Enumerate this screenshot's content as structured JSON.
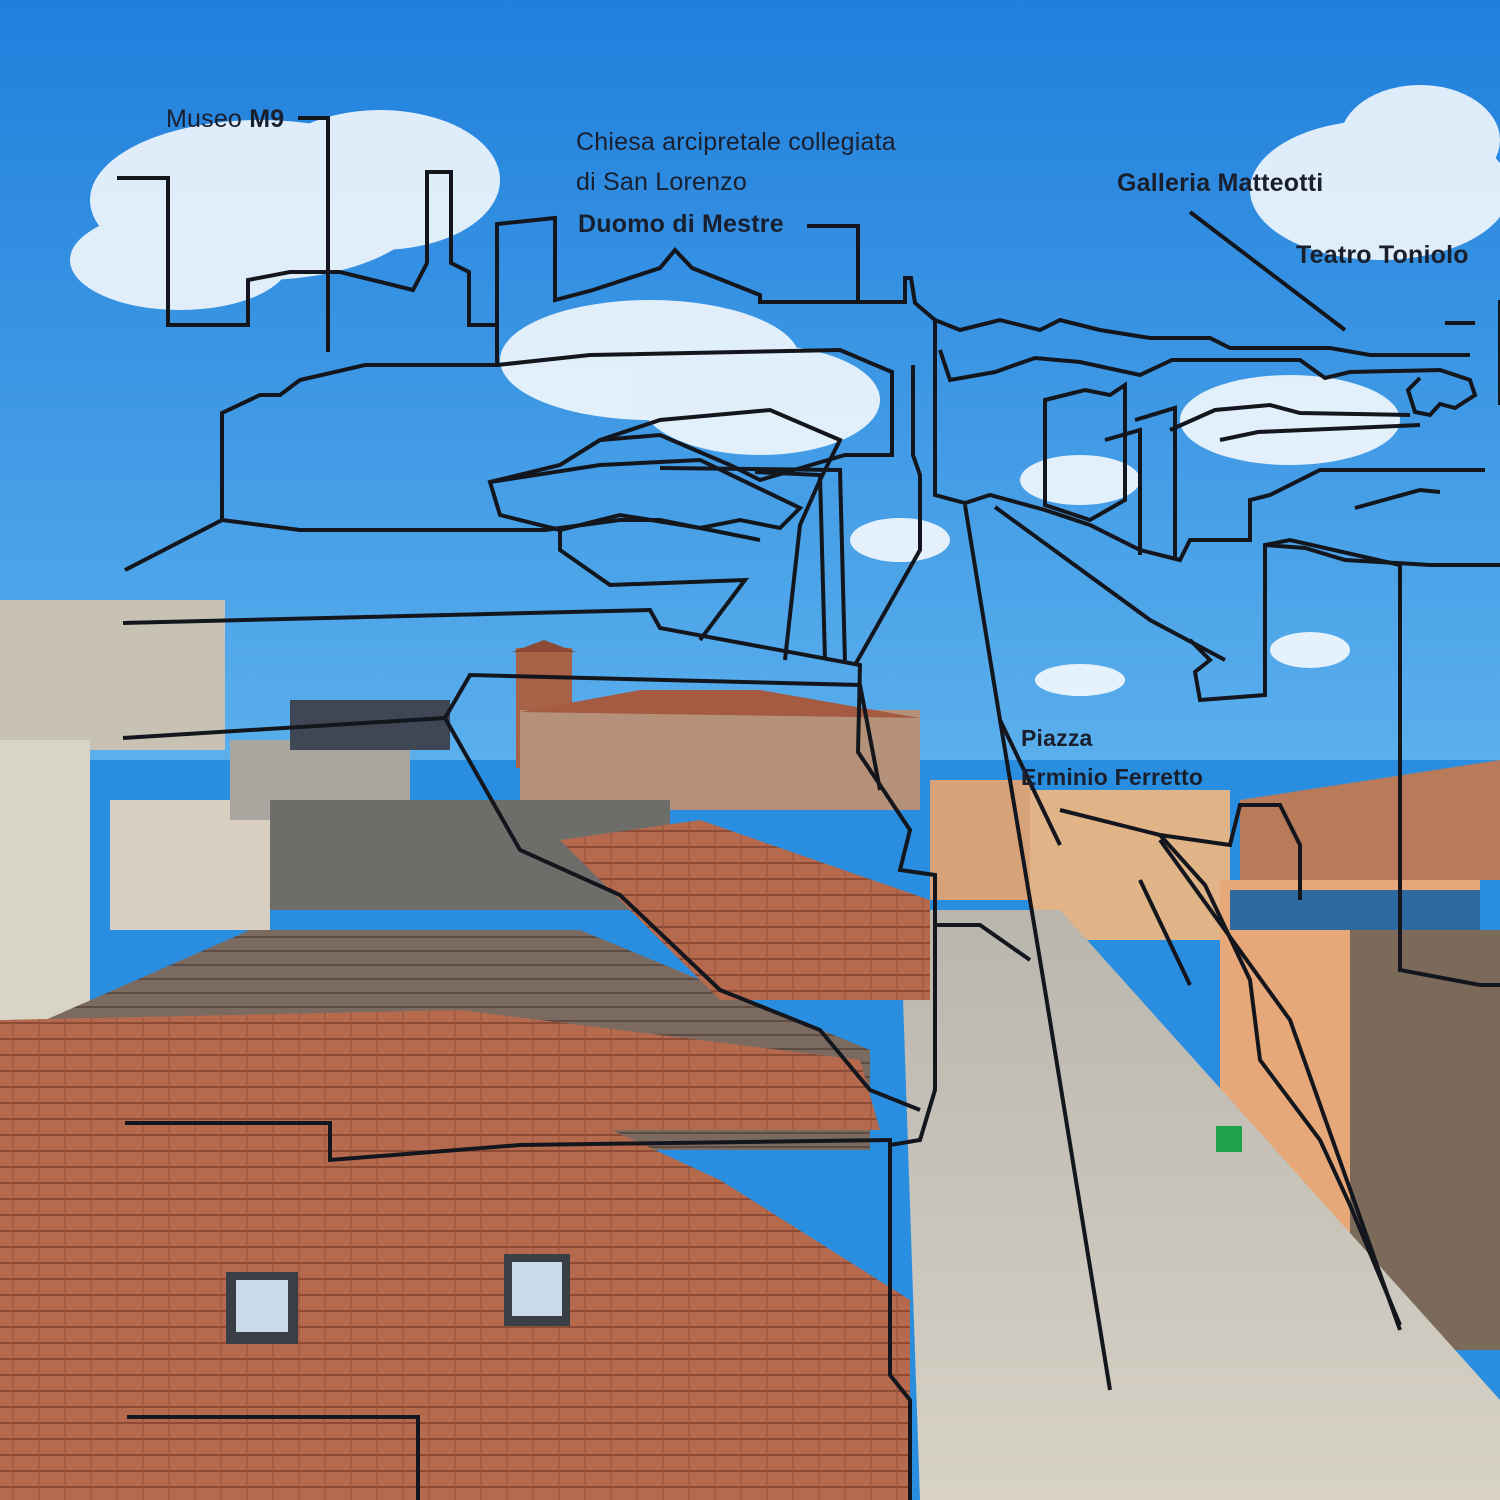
{
  "labels": {
    "museo_prefix": "Museo",
    "museo_name": "M9",
    "duomo_line1": "Chiesa arcipretale collegiata",
    "duomo_line2": "di San Lorenzo",
    "duomo_name": "Duomo di Mestre",
    "galleria": "Galleria Matteotti",
    "teatro": "Teatro Toniolo",
    "piazza_line1": "Piazza",
    "piazza_line2": "Erminio Ferretto"
  },
  "colors": {
    "sky_top": "#1f7fdc",
    "sky_bottom": "#4aa6ea",
    "line": "#14161e",
    "roof": "#b86a4c",
    "plaza": "#cfc9bd"
  }
}
